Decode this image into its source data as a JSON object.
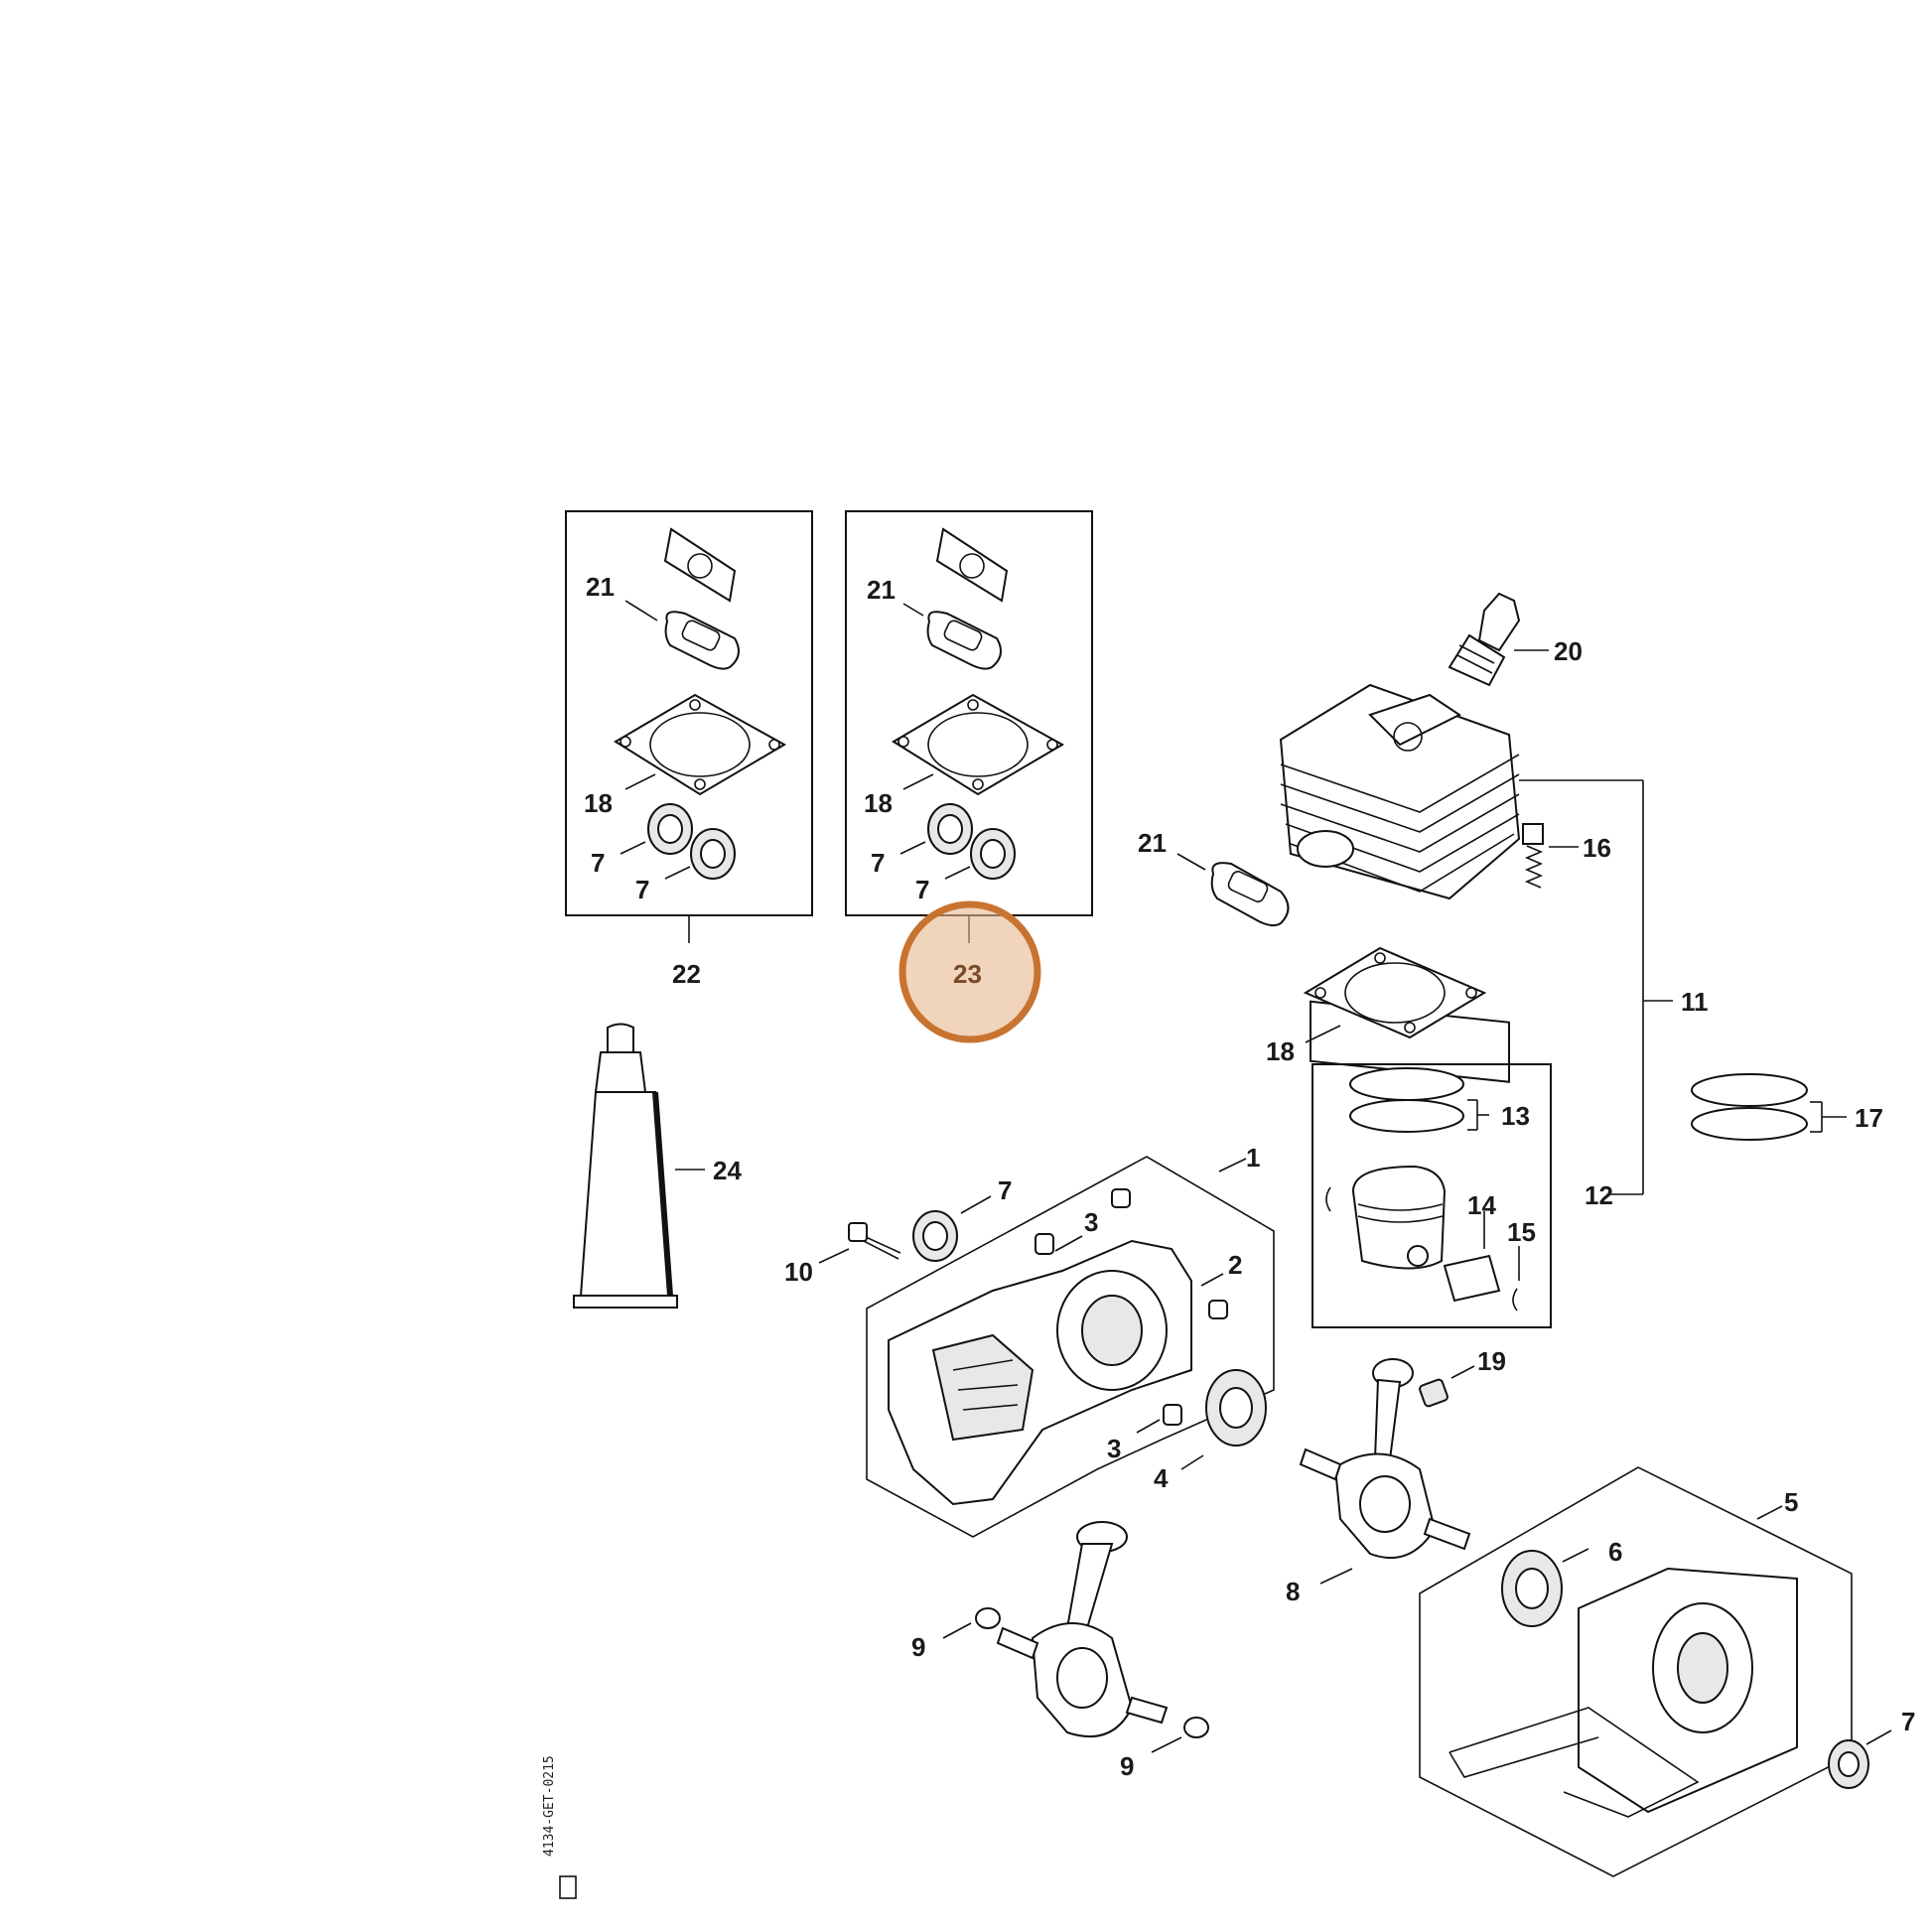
{
  "diagram": {
    "doc_id": "4134-GET-0215",
    "callouts": {
      "box1": {
        "c21": "21",
        "c18": "18",
        "c7a": "7",
        "c7b": "7",
        "c22": "22"
      },
      "box2": {
        "c21": "21",
        "c18": "18",
        "c7a": "7",
        "c7b": "7",
        "c23": "23"
      },
      "cylinder": {
        "c20": "20",
        "c21": "21",
        "c16": "16",
        "c11": "11",
        "c18": "18",
        "c17": "17"
      },
      "piston": {
        "c13": "13",
        "c14": "14",
        "c15": "15",
        "c12": "12"
      },
      "crankcase": {
        "c1": "1",
        "c2": "2",
        "c3a": "3",
        "c3b": "3",
        "c4": "4",
        "c7": "7",
        "c10": "10"
      },
      "tube": {
        "c24": "24"
      },
      "crank1": {
        "c9a": "9",
        "c9b": "9"
      },
      "crank2": {
        "c19": "19",
        "c8": "8"
      },
      "halfcase": {
        "c5": "5",
        "c6": "6",
        "c7": "7"
      }
    },
    "highlight": {
      "label": "23",
      "color": "#d9a57a",
      "border": "#c8732f"
    }
  }
}
